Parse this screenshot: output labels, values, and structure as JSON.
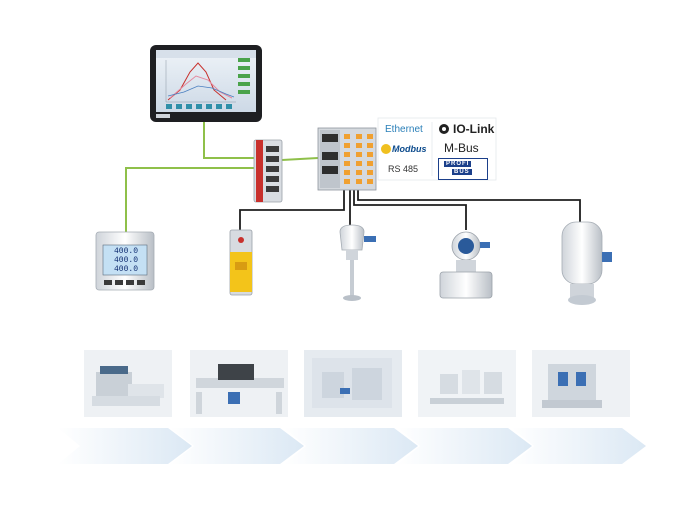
{
  "protocols": {
    "ethernet": "Ethernet",
    "io_link": "IO-Link",
    "modbus": "Modbus",
    "m_bus": "M-Bus",
    "rs485": "RS 485",
    "profibus_top": "PROFI",
    "profibus_bottom": "BUS"
  },
  "energy_meter": {
    "readings": [
      "400.0",
      "400.0",
      "400.0"
    ]
  },
  "icons": {
    "iolink_logo": "iolink-logo-icon",
    "modbus_logo": "modbus-logo-icon",
    "profibus_logo": "profibus-logo-icon"
  },
  "colors": {
    "network_line_green": "#8fc04a",
    "field_line_black": "#1e1e1e",
    "accent_orange": "#f0a030",
    "accent_red": "#c8302c",
    "arrow_blue": "#dbe8f4",
    "ethernet_blue": "#2a7fb8",
    "modbus_blue": "#0b4a8c",
    "profibus_blue": "#1b3f8a"
  },
  "process_stages": 5
}
